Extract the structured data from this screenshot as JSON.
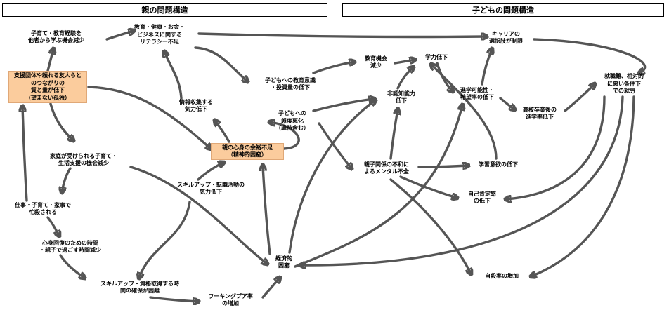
{
  "headers": {
    "parent": "親の問題構造",
    "child": "子どもの問題構造"
  },
  "nodes": {
    "learn_less": "子育て・教育経験を\n他者から学ぶ機会減少",
    "literacy": "教育・健康・お金・\nビジネスに関する\nリテラシー不足",
    "isolation": "支援団体や頼れる友人らと\nのつながりの\n質と量が低下\n（望まない孤独）",
    "info_motivation": "情報収集する\n気力低下",
    "invest_low": "子どもへの教育意識\n・投資量の低下",
    "attitude": "子どもへの\n態度悪化\n（虐待含む）",
    "parent_stress": "親の心身の余裕不足\n（精神的困窮）",
    "family_support": "家庭が受けられる子育て・\n生活支援の機会減少",
    "skillup_motivation": "スキルアップ・転職活動の\n気力低下",
    "busy": "仕事・子育て・家事で\n忙殺される",
    "recovery_time": "心身回復のための時間\n・親子で過ごす時間減少",
    "skill_time": "スキルアップ・資格取得する時\n間の確保が困難",
    "working_poor": "ワーキングプア率\nの増加",
    "economic": "経済的\n困窮",
    "edu_opportunity": "教育機会\n減少",
    "noncog": "非認知能力\n低下",
    "academic": "学力低下",
    "career": "キャリアの\n選択肢が制限",
    "progression": "進学可能性・\n希望率の低下",
    "hs_progress": "高校卒業後の\n進学率低下",
    "employment": "就職難、相対的\nに悪い条件下\nでの就労",
    "mental": "親子関係の不和に\nよるメンタル不全",
    "motivation_low": "学習意欲の低下",
    "self_esteem": "自己肯定感\nの低下",
    "suicide": "自殺率の増加"
  }
}
